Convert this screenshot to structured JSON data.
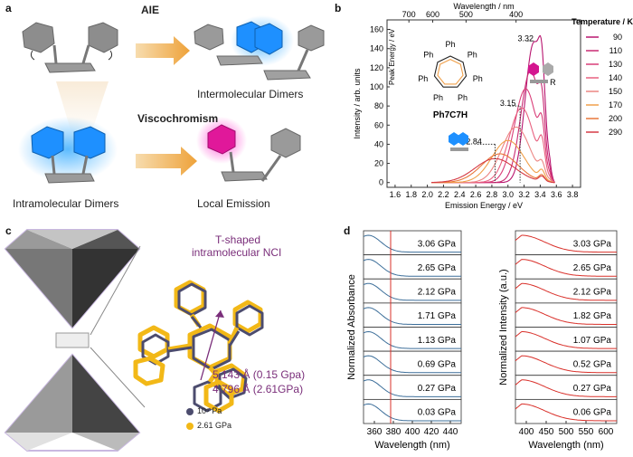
{
  "panel_a": {
    "label": "a",
    "aie_label": "AIE",
    "viscochromism_label": "Viscochromism",
    "intermolecular_dimers": "Intermolecular Dimers",
    "intramolecular_dimers": "Intramolecular Dimers",
    "local_emission": "Local Emission"
  },
  "panel_b": {
    "label": "b",
    "chart_data": {
      "type": "line",
      "xlabel": "Emission Energy / eV",
      "ylabel": "Intensity / arb. units",
      "top_axis_label": "Wavelength / nm",
      "top_ticks": [
        "700",
        "600",
        "500",
        "400"
      ],
      "x_ticks": [
        "1.6",
        "1.8",
        "2.0",
        "2.2",
        "2.4",
        "2.6",
        "2.8",
        "3.0",
        "3.2",
        "3.4",
        "3.6",
        "3.8"
      ],
      "y_ticks": [
        "0",
        "20",
        "40",
        "60",
        "80",
        "100",
        "120",
        "140",
        "160"
      ],
      "xlim": [
        1.5,
        3.9
      ],
      "ylim": [
        -5,
        170
      ],
      "annotations": [
        "3.32",
        "3.15",
        "2.84",
        "R"
      ],
      "compound_formula": "Ph7C7H",
      "ph_labels": [
        "Ph",
        "Ph",
        "Ph",
        "Ph",
        "Ph",
        "Ph",
        "Ph"
      ],
      "peak_energy_label": "Peak Energy / eV",
      "legend_title": "Temperature / K",
      "series": [
        {
          "name": "90",
          "color": "#b8156f",
          "peak": 3.32,
          "amp": 146,
          "width": 0.15
        },
        {
          "name": "110",
          "color": "#c82a72",
          "peak": 3.28,
          "amp": 117,
          "width": 0.17
        },
        {
          "name": "130",
          "color": "#d93d78",
          "peak": 3.22,
          "amp": 98,
          "width": 0.2
        },
        {
          "name": "140",
          "color": "#e8607f",
          "peak": 3.17,
          "amp": 78,
          "width": 0.22
        },
        {
          "name": "150",
          "color": "#ec8583",
          "peak": 3.1,
          "amp": 58,
          "width": 0.25
        },
        {
          "name": "170",
          "color": "#f0a04a",
          "peak": 3.0,
          "amp": 44,
          "width": 0.28
        },
        {
          "name": "200",
          "color": "#e8773a",
          "peak": 2.9,
          "amp": 30,
          "width": 0.32
        },
        {
          "name": "290",
          "color": "#d53b45",
          "peak": 2.84,
          "amp": 25,
          "width": 0.35
        }
      ]
    }
  },
  "panel_c": {
    "label": "c",
    "nci_title_1": "T-shaped",
    "nci_title_2": "intramolecular NCI",
    "legend_1": "10⁵ Pa",
    "legend_2": "2.61 GPa",
    "distance_1": "5.143 Å (0.15 Gpa)",
    "distance_2": "4.796 Å (2.61GPa)"
  },
  "panel_d": {
    "label": "d",
    "absorbance": {
      "ylabel": "Normalized Absorbance",
      "xlabel": "Wavelength (nm)",
      "x_ticks": [
        "360",
        "380",
        "400",
        "420",
        "440"
      ],
      "pressures": [
        "3.06 GPa",
        "2.65 GPa",
        "2.12 GPa",
        "1.71 GPa",
        "1.13 GPa",
        "0.69 GPa",
        "0.27 GPa",
        "0.03 GPa"
      ]
    },
    "emission": {
      "ylabel": "Normalized Intensity (a.u.)",
      "xlabel": "Wavelength (nm)",
      "x_ticks": [
        "400",
        "450",
        "500",
        "550",
        "600"
      ],
      "pressures": [
        "3.03 GPa",
        "2.65 GPa",
        "2.12 GPa",
        "1.82 GPa",
        "1.07 GPa",
        "0.52 GPa",
        "0.27 GPa",
        "0.06 GPa"
      ]
    },
    "chart_data": [
      {
        "type": "line",
        "title": "",
        "xlabel": "Wavelength (nm)",
        "ylabel": "Normalized Absorbance",
        "series": [
          {
            "name": "3.06 GPa"
          },
          {
            "name": "2.65 GPa"
          },
          {
            "name": "2.12 GPa"
          },
          {
            "name": "1.71 GPa"
          },
          {
            "name": "1.13 GPa"
          },
          {
            "name": "0.69 GPa"
          },
          {
            "name": "0.27 GPa"
          },
          {
            "name": "0.03 GPa"
          }
        ]
      },
      {
        "type": "line",
        "title": "",
        "xlabel": "Wavelength (nm)",
        "ylabel": "Normalized Intensity (a.u.)",
        "series": [
          {
            "name": "3.03 GPa"
          },
          {
            "name": "2.65 GPa"
          },
          {
            "name": "2.12 GPa"
          },
          {
            "name": "1.82 GPa"
          },
          {
            "name": "1.07 GPa"
          },
          {
            "name": "0.52 GPa"
          },
          {
            "name": "0.27 GPa"
          },
          {
            "name": "0.06 GPa"
          }
        ]
      }
    ]
  }
}
